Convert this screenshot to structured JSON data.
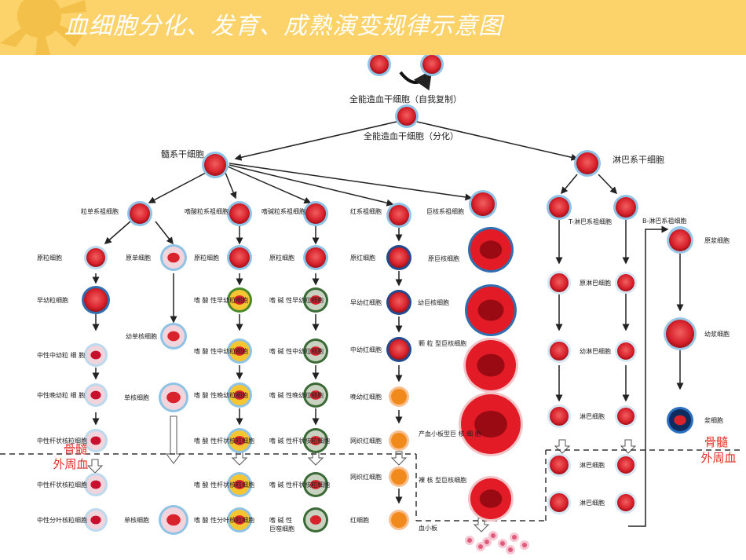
{
  "title": "血细胞分化、发育、成熟演变规律示意图",
  "colors": {
    "header": "#fbd36a",
    "cell": "#d8222c",
    "halo": "#5fa6d8",
    "boundary_label": "#e0302a"
  },
  "top": {
    "self_renew": "全能造血干细胞（自我复制）",
    "differentiate": "全能造血干细胞（分化）",
    "myeloid_stem": "髓系干细胞",
    "lymphoid_stem": "淋巴系干细胞"
  },
  "boundary": {
    "bone_marrow": "骨髓",
    "peripheral_blood": "外周血"
  },
  "progenitors": {
    "granulo_mono": "粒单系祖细胞",
    "eosinophil": "嗜酸粒系祖细胞",
    "basophil": "嗜碱粒系祖细胞",
    "erythroid": "红系祖细胞",
    "megakaryocyte": "巨核系祖细胞",
    "t_lymph": "T-淋巴系祖细胞",
    "b_lymph": "B-淋巴系祖细胞"
  },
  "neutrophil": [
    "原粒细胞",
    "早幼粒细胞",
    "中性中幼粒 细 胞",
    "中性晚幼粒 细 胞",
    "中性杆状核粒细胞",
    "中性杆状核粒细胞",
    "中性分叶核粒细胞"
  ],
  "monocyte": [
    "原单细胞",
    "幼单核细胞",
    "单核细胞",
    "单核细胞"
  ],
  "eosinophil": [
    "原粒细胞",
    "嗜 酸 性早幼粒细胞",
    "嗜 酸 性中幼粒细胞",
    "嗜 酸 性晚幼粒细胞",
    "嗜 酸 性杆状核粒细胞",
    "嗜 酸 性杆状核粒细胞",
    "嗜 酸 性分叶核粒细胞"
  ],
  "basophil": [
    "原粒细胞",
    "嗜 碱 性早幼粒细胞",
    "嗜 碱 性中幼粒细胞",
    "嗜 碱 性晚幼粒细胞",
    "嗜 碱 性杆状核粒细胞",
    "嗜 碱 性杆状核粒细胞",
    "嗜 碱 性",
    "巨噬细胞"
  ],
  "erythroid": [
    "原红细胞",
    "早幼红细胞",
    "中幼红细胞",
    "晚幼红细胞",
    "网织红细胞",
    "网织红细胞",
    "红细胞"
  ],
  "megakaryocyte": [
    "原巨核细胞",
    "幼巨核细胞",
    "颗 粒 型巨核细胞",
    "产血小板型巨 核 细 胞",
    "裸 核 型巨核细胞",
    "血小板"
  ],
  "t_lineage": [
    "原淋巴细胞",
    "幼淋巴细胞",
    "淋巴细胞",
    "淋巴细胞",
    "淋巴细胞"
  ],
  "b_lineage": [
    "原浆细胞",
    "幼浆细胞",
    "浆细胞"
  ]
}
